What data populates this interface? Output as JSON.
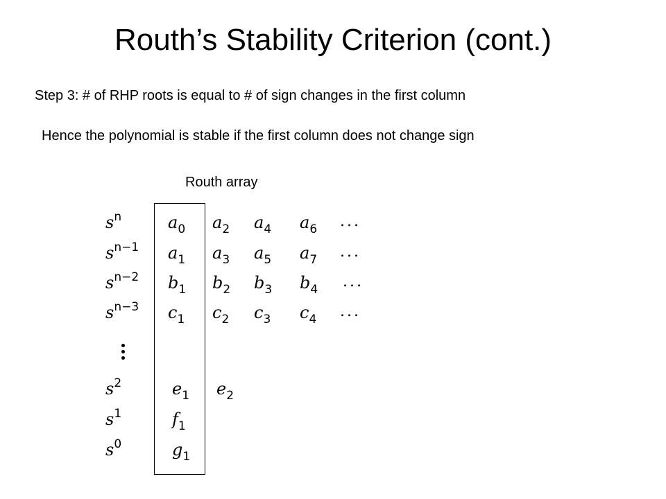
{
  "title": "Routh’s Stability Criterion (cont.)",
  "step3": "Step 3: # of RHP roots is equal to # of sign changes in the first column",
  "hence": "Hence the polynomial is stable if the first column does not change sign",
  "array_caption": "Routh array",
  "array": {
    "rows": [
      {
        "power": {
          "base": "s",
          "exp": "n"
        },
        "entries": [
          {
            "v": "a",
            "i": "0"
          },
          {
            "v": "a",
            "i": "2"
          },
          {
            "v": "a",
            "i": "4"
          },
          {
            "v": "a",
            "i": "6"
          }
        ],
        "ellipsis": "..."
      },
      {
        "power": {
          "base": "s",
          "exp": "n−1"
        },
        "entries": [
          {
            "v": "a",
            "i": "1"
          },
          {
            "v": "a",
            "i": "3"
          },
          {
            "v": "a",
            "i": "5"
          },
          {
            "v": "a",
            "i": "7"
          }
        ],
        "ellipsis": "..."
      },
      {
        "power": {
          "base": "s",
          "exp": "n−2"
        },
        "entries": [
          {
            "v": "b",
            "i": "1"
          },
          {
            "v": "b",
            "i": "2"
          },
          {
            "v": "b",
            "i": "3"
          },
          {
            "v": "b",
            "i": "4"
          }
        ],
        "ellipsis": "..."
      },
      {
        "power": {
          "base": "s",
          "exp": "n−3"
        },
        "entries": [
          {
            "v": "c",
            "i": "1"
          },
          {
            "v": "c",
            "i": "2"
          },
          {
            "v": "c",
            "i": "3"
          },
          {
            "v": "c",
            "i": "4"
          }
        ],
        "ellipsis": "..."
      },
      {
        "power": {
          "base": "s",
          "exp": "2"
        },
        "entries": [
          {
            "v": "e",
            "i": "1"
          },
          {
            "v": "e",
            "i": "2"
          }
        ]
      },
      {
        "power": {
          "base": "s",
          "exp": "1"
        },
        "entries": [
          {
            "v": "f",
            "i": "1"
          }
        ]
      },
      {
        "power": {
          "base": "s",
          "exp": "0"
        },
        "entries": [
          {
            "v": "g",
            "i": "1"
          }
        ]
      }
    ]
  }
}
